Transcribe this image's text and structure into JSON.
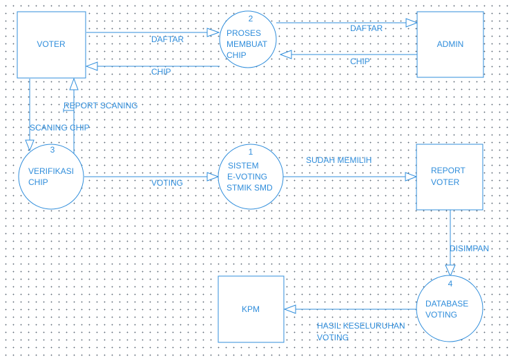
{
  "entities": {
    "voter": "VOTER",
    "admin": "ADMIN",
    "report_voter": [
      "REPORT",
      "VOTER"
    ],
    "kpm": "KPM"
  },
  "processes": {
    "p2": {
      "number": "2",
      "lines": [
        "PROSES",
        "MEMBUAT",
        "CHIP"
      ]
    },
    "p3": {
      "number": "3",
      "lines": [
        "VERIFIKASI",
        "CHIP"
      ]
    },
    "p1": {
      "number": "1",
      "lines": [
        "SISTEM",
        "E-VOTING",
        "STMIK SMD"
      ]
    },
    "p4": {
      "number": "4",
      "lines": [
        "DATABASE",
        "VOTING"
      ]
    }
  },
  "flows": {
    "voter_to_p2": "DAFTAR",
    "p2_to_voter": "CHIP",
    "p2_to_admin": "DAFTAR",
    "admin_to_p2": "CHIP",
    "p3_to_voter": "REPORT SCANING",
    "voter_to_p3": "SCANING CHIP",
    "p3_to_p1": "VOTING",
    "p1_to_report": "SUDAH MEMILIH",
    "report_to_p4": "DISIMPAN",
    "p4_to_kpm": [
      "HASIL KESELURUHAN",
      "VOTING"
    ]
  },
  "colors": {
    "stroke": "#2f8ddb",
    "dots": "#5f6b78",
    "background": "#ffffff"
  }
}
